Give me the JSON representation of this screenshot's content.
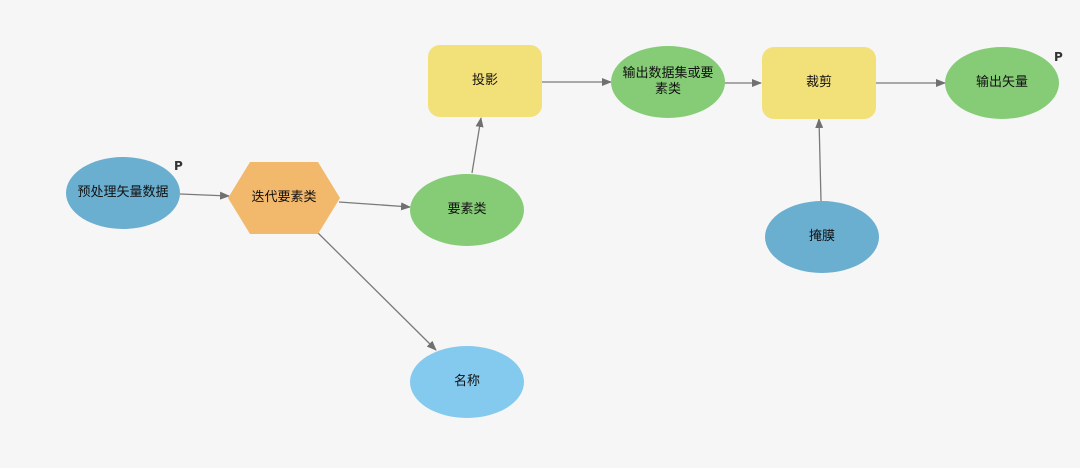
{
  "nodes": {
    "preprocess_vector": {
      "label": "预处理矢量数据",
      "color": "#6aaed0",
      "param_flag": "P"
    },
    "iterate_feature_classes": {
      "label": "迭代要素类",
      "color": "#f2b86c"
    },
    "feature_class": {
      "label": "要素类",
      "color": "#86cc76"
    },
    "name": {
      "label": "名称",
      "color": "#84c9ee"
    },
    "project": {
      "label": "投影",
      "color": "#f2e079"
    },
    "output_dataset_or_feature_class": {
      "label_line1": "输出数据集或要",
      "label_line2": "素类",
      "color": "#86cc76"
    },
    "clip": {
      "label": "裁剪",
      "color": "#f2e079"
    },
    "mask": {
      "label": "掩膜",
      "color": "#6aaed0"
    },
    "output_vector": {
      "label": "输出矢量",
      "color": "#86cc76",
      "param_flag": "P"
    }
  },
  "connector_color": "#7a7a7a"
}
